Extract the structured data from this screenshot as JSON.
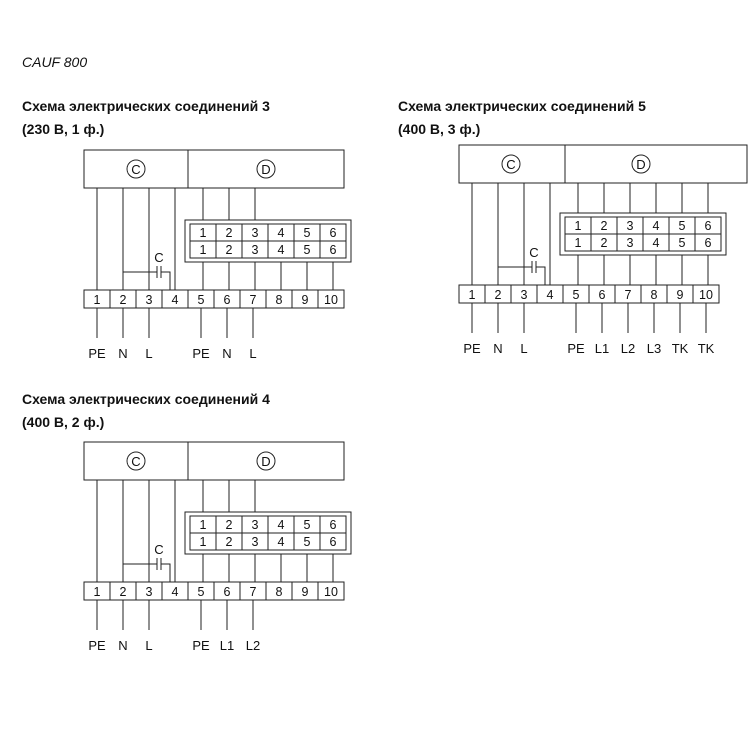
{
  "model": "CAUF 800",
  "diagrams": [
    {
      "title_line1": "Схема электрических соединений 3",
      "title_line2": "(230 В, 1 ф.)",
      "symbol_left": "C",
      "symbol_right": "D",
      "capacitor_label": "C",
      "motor_terminals": [
        "1",
        "2",
        "3",
        "4",
        "5",
        "6"
      ],
      "terminal_block": [
        "1",
        "2",
        "3",
        "4",
        "5",
        "6",
        "7",
        "8",
        "9",
        "10"
      ],
      "bottom_labels": [
        "PE",
        "N",
        "L",
        "PE",
        "N",
        "L"
      ]
    },
    {
      "title_line1": "Схема электрических соединений 5",
      "title_line2": "(400 В, 3 ф.)",
      "symbol_left": "C",
      "symbol_right": "D",
      "capacitor_label": "C",
      "motor_terminals": [
        "1",
        "2",
        "3",
        "4",
        "5",
        "6"
      ],
      "terminal_block": [
        "1",
        "2",
        "3",
        "4",
        "5",
        "6",
        "7",
        "8",
        "9",
        "10"
      ],
      "bottom_labels": [
        "PE",
        "N",
        "L",
        "PE",
        "L1",
        "L2",
        "L3",
        "TK",
        "TK"
      ]
    },
    {
      "title_line1": "Схема электрических соединений 4",
      "title_line2": "(400 В, 2 ф.)",
      "symbol_left": "C",
      "symbol_right": "D",
      "capacitor_label": "C",
      "motor_terminals": [
        "1",
        "2",
        "3",
        "4",
        "5",
        "6"
      ],
      "terminal_block": [
        "1",
        "2",
        "3",
        "4",
        "5",
        "6",
        "7",
        "8",
        "9",
        "10"
      ],
      "bottom_labels": [
        "PE",
        "N",
        "L",
        "PE",
        "L1",
        "L2"
      ]
    }
  ]
}
